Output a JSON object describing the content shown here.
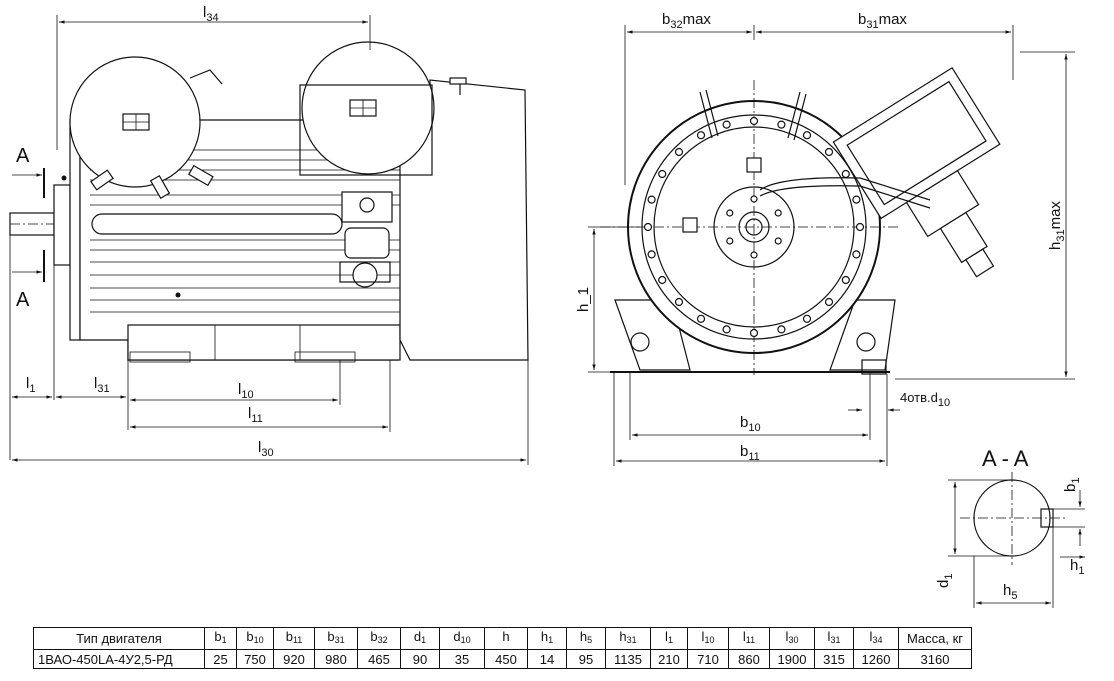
{
  "dimension_labels": {
    "l34": "l34",
    "l1": "l1",
    "l31": "l31",
    "l10": "l10",
    "l11": "l11",
    "l30": "l30",
    "b32max": "b32max",
    "b31max": "b31max",
    "h31max": "h31max",
    "h_1": "h_1",
    "b10": "b10",
    "b11": "b11",
    "holes": "4отв.d10",
    "section_mark": "A",
    "section_title": "A - A",
    "b1": "b1",
    "h1": "h1",
    "d1": "d1",
    "h5": "h5"
  },
  "table": {
    "headers": [
      {
        "main": "Тип двигателя",
        "sub": ""
      },
      {
        "main": "b",
        "sub": "1"
      },
      {
        "main": "b",
        "sub": "10"
      },
      {
        "main": "b",
        "sub": "11"
      },
      {
        "main": "b",
        "sub": "31"
      },
      {
        "main": "b",
        "sub": "32"
      },
      {
        "main": "d",
        "sub": "1"
      },
      {
        "main": "d",
        "sub": "10"
      },
      {
        "main": "h",
        "sub": ""
      },
      {
        "main": "h",
        "sub": "1"
      },
      {
        "main": "h",
        "sub": "5"
      },
      {
        "main": "h",
        "sub": "31"
      },
      {
        "main": "l",
        "sub": "1"
      },
      {
        "main": "l",
        "sub": "10"
      },
      {
        "main": "l",
        "sub": "11"
      },
      {
        "main": "l",
        "sub": "30"
      },
      {
        "main": "l",
        "sub": "31"
      },
      {
        "main": "l",
        "sub": "34"
      },
      {
        "main": "Масса, кг",
        "sub": ""
      }
    ],
    "row": [
      "1ВАО-450LA-4У2,5-РД",
      "25",
      "750",
      "920",
      "980",
      "465",
      "90",
      "35",
      "450",
      "14",
      "95",
      "1135",
      "210",
      "710",
      "860",
      "1900",
      "315",
      "1260",
      "3160"
    ]
  }
}
